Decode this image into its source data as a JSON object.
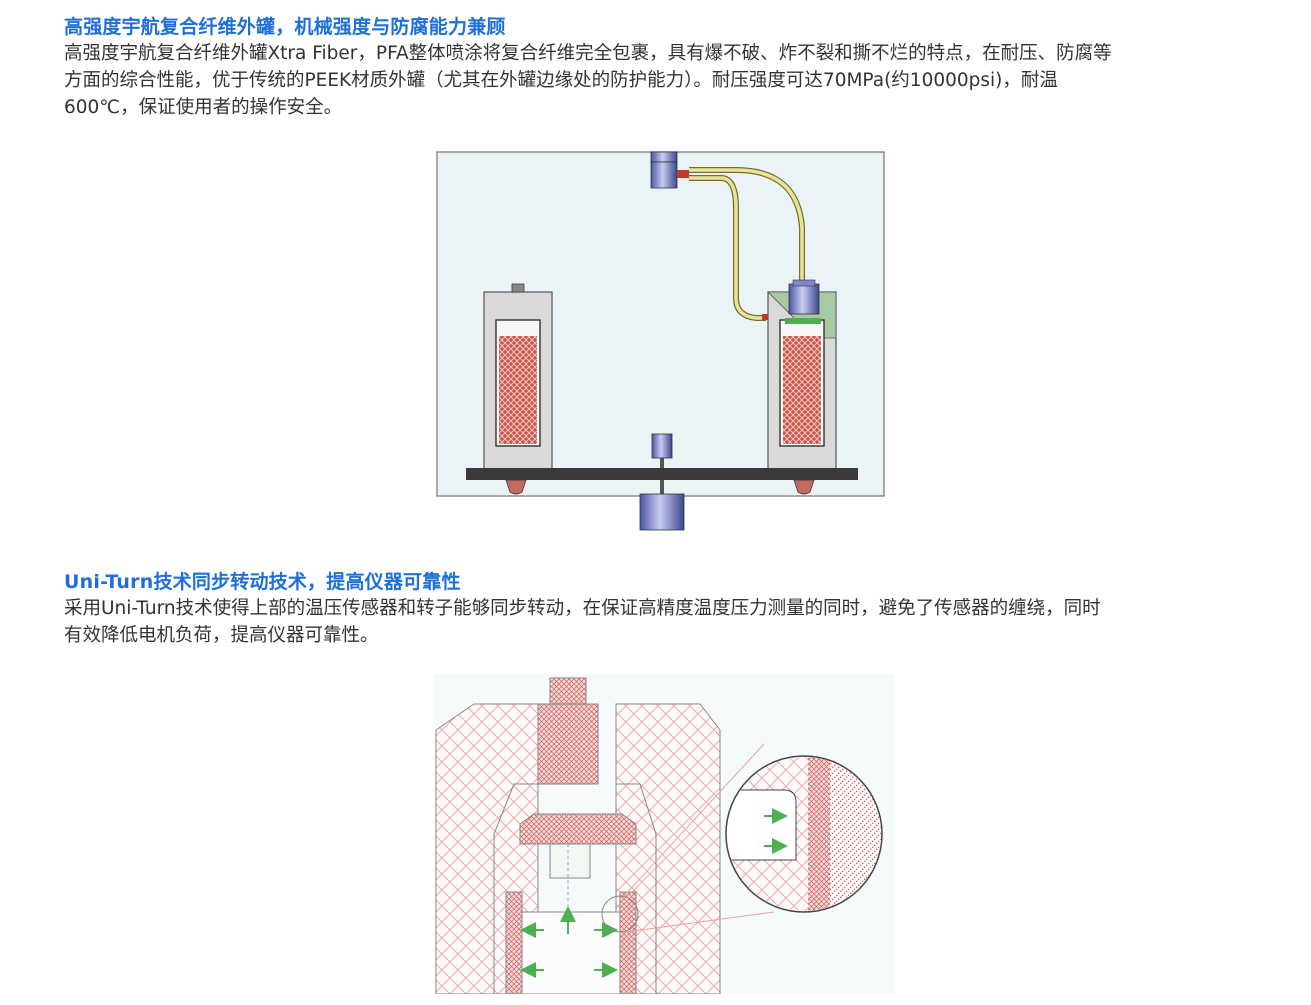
{
  "theme": {
    "heading_color": "#1e6fd9",
    "text_color": "#333333"
  },
  "section1": {
    "heading": "高强度宇航复合纤维外罐，机械强度与防腐能力兼顾",
    "line1": "高强度宇航复合纤维外罐Xtra Fiber，PFA整体喷涂将复合纤维完全包裹，具有爆不破、炸不裂和撕不烂的特点，在耐压、防腐等",
    "line2": "方面的综合性能，优于传统的PEEK材质外罐（尤其在外罐边缘处的防护能力）。耐压强度可达70MPa(约10000psi)，耐温",
    "line3": "600℃，保证使用者的操作安全。"
  },
  "section2": {
    "heading": "Uni-Turn技术同步转动技术，提高仪器可靠性",
    "line1": "采用Uni-Turn技术使得上部的温压传感器和转子能够同步转动，在保证高精度温度压力测量的同时，避免了传感器的缠绕，同时",
    "line2": "有效降低电机负荷，提高仪器可靠性。"
  }
}
